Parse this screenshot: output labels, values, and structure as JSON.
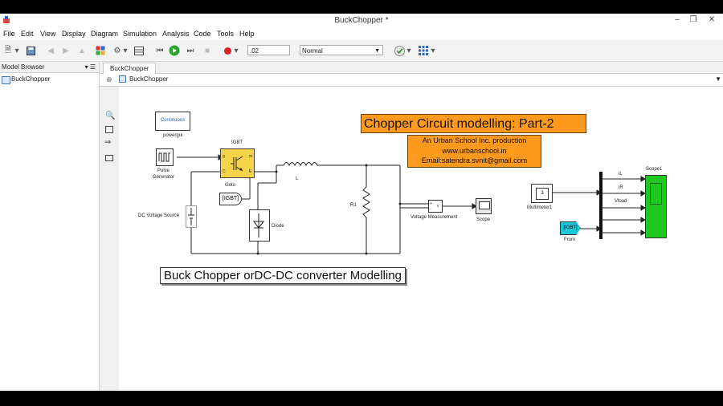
{
  "window": {
    "title": "BuckChopper *"
  },
  "menu": [
    "File",
    "Edit",
    "View",
    "Display",
    "Diagram",
    "Simulation",
    "Analysis",
    "Code",
    "Tools",
    "Help"
  ],
  "toolbar": {
    "stop_time": ".02",
    "sim_mode": "Normal"
  },
  "model_browser": {
    "header": "Model Browser",
    "items": [
      "BuckChopper"
    ]
  },
  "tabs": [
    "BuckChopper"
  ],
  "address": "BuckChopper",
  "blocks": {
    "powergui": {
      "display": "Continuous",
      "label": "powergui"
    },
    "pulse": "Pulse\nGenerator",
    "igbt": {
      "label": "IGBT",
      "ports": [
        "g",
        "m",
        "C",
        "E"
      ]
    },
    "goto": {
      "tag": "[IGBT]",
      "label": "Goto"
    },
    "dc_source": "DC Voltage Source",
    "diode": "Diode",
    "inductor": "L",
    "resistor": "R1",
    "vmeas": {
      "label": "Voltage Measurement",
      "ports": [
        "+",
        "-",
        "v"
      ]
    },
    "scope": "Scope",
    "multimeter": {
      "value": "3",
      "label": "Multimeter1"
    },
    "from": {
      "tag": "[IGBT]",
      "label": "From"
    },
    "scope1": "Scope1",
    "signals": [
      "iL",
      "iR",
      "Vload"
    ]
  },
  "banner_title": "Chopper Circuit modelling: Part-2",
  "banner_info": [
    "An Urban School Inc. production",
    "www.urbanschool.in",
    "Email:satendra.svnit@gmail.com"
  ],
  "note": "Buck Chopper orDC-DC converter Modelling",
  "colors": {
    "banner": "#ff9a1e",
    "igbt": "#f5d44a",
    "scope1": "#1ec81e",
    "from_tag": "#1ec8d8"
  }
}
